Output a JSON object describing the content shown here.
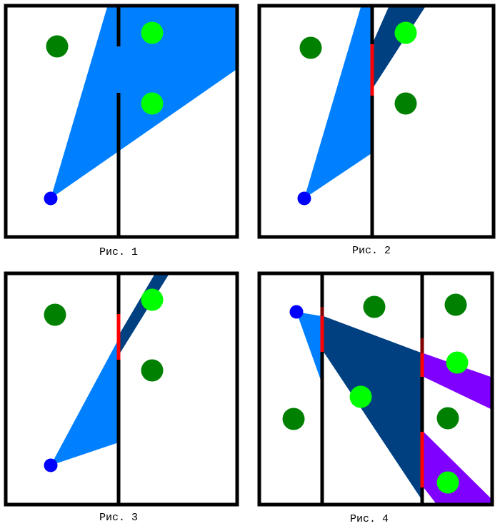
{
  "figures": [
    {
      "caption": "Рис. 1"
    },
    {
      "caption": "Рис. 2"
    },
    {
      "caption": "Рис. 3"
    },
    {
      "caption": "Рис. 4"
    }
  ],
  "colors": {
    "visible_area": "#0080ff",
    "visible_area_reflected": "#004080",
    "visible_area_second": "#8000ff",
    "observer": "#0000ff",
    "hidden_object": "#008000",
    "visible_object": "#00ff00",
    "mirror": "#ff0000",
    "wall": "#000000"
  }
}
